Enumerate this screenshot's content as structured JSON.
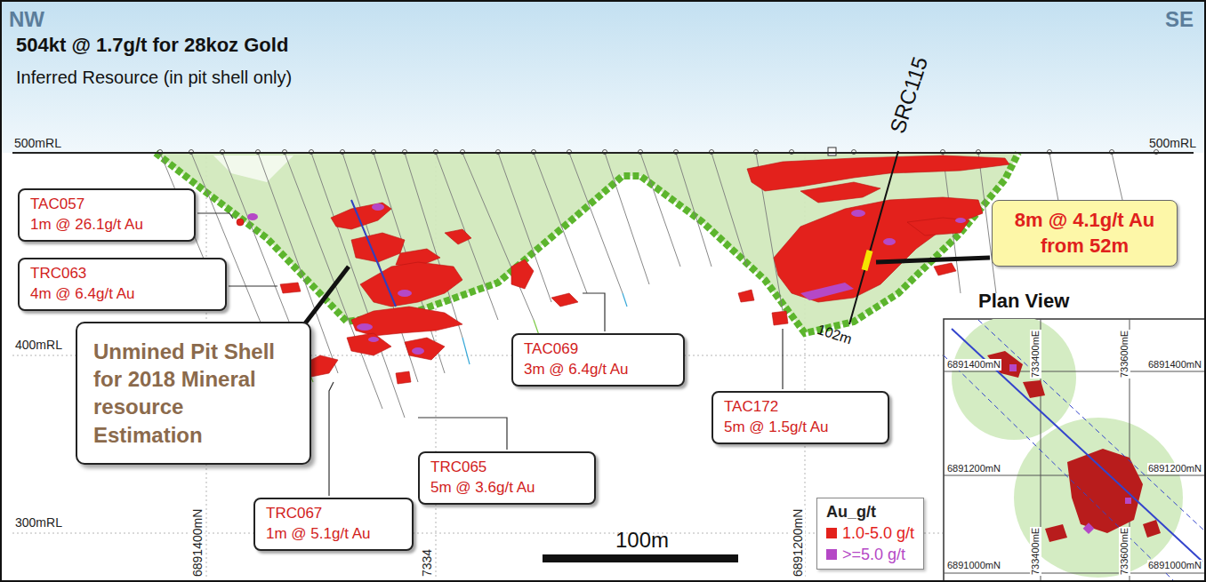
{
  "diagram": {
    "title": "504kt @ 1.7g/t for 28koz Gold",
    "nodes": [
      {
        "text": [
          "TAC057",
          "1m @ 26.1g/t Au"
        ]
      },
      {
        "text": [
          "TRC063",
          "4m @ 6.4g/t Au"
        ]
      },
      {
        "text": [
          "Unmined Pit Shell for 2018 Mineral resource Estimation"
        ]
      },
      {
        "text": [
          "TAC069",
          "3m @ 6.4g/t Au"
        ]
      },
      {
        "text": [
          "TAC172",
          "5m @ 1.5g/t Au"
        ]
      },
      {
        "text": [
          "TRC065",
          "5m @ 3.6g/t Au"
        ]
      },
      {
        "text": [
          "TRC067",
          "1m @ 5.1g/t Au"
        ]
      },
      {
        "text": [
          "8m @ 4.1g/t Au from 52m"
        ]
      }
    ],
    "labels": [
      "NW",
      "SE",
      "Inferred Resource (in pit shell only)",
      "500mRL",
      "500mRL",
      "SRC115",
      "102m",
      "400mRL",
      "300mRL",
      "6891400mN",
      "7334",
      "6891200mN",
      "100m",
      "Plan View",
      "Au_g/t",
      "6891400mN",
      "733400mE",
      "733600mE",
      "6891400mN",
      "6891200mN",
      "6891200mN",
      "6891000mN",
      "733400mE",
      "733600mE",
      "6891000mN"
    ],
    "legend": [
      {
        "text": "1.0-5.0 g/t",
        "color": "#e3211c"
      },
      {
        "text": ">=5.0 g/t",
        "color": "#b548c6"
      }
    ]
  }
}
